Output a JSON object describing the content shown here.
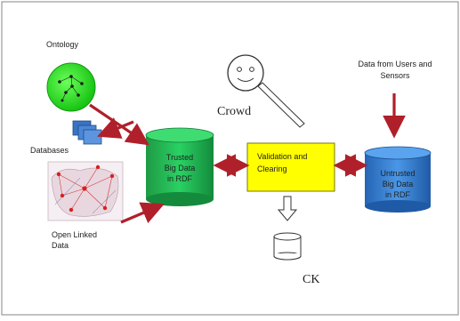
{
  "labels": {
    "ontology": "Ontology",
    "databases": "Databases",
    "open_linked_data_1": "Open Linked",
    "open_linked_data_2": "Data",
    "trusted_1": "Trusted",
    "trusted_2": "Big Data",
    "trusted_3": "in RDF",
    "validation_1": "Validation and",
    "validation_2": "Clearing",
    "untrusted_1": "Untrusted",
    "untrusted_2": "Big Data",
    "untrusted_3": "in RDF",
    "crowd": "Crowd",
    "users_sensors_1": "Data from Users and",
    "users_sensors_2": "Sensors",
    "ck": "CK"
  },
  "colors": {
    "arrow_red": "#b0202a",
    "ontology_green": "#22e31e",
    "trusted_green": "#17a64a",
    "validation_yellow": "#ffff00",
    "untrusted_blue": "#2f7bd0",
    "database_blue": "#3b73c4"
  },
  "icons": [
    "ontology-graph-icon",
    "databases-stack-icon",
    "open-linked-data-map-icon",
    "crowd-magnifier-icon",
    "ck-cylinder-icon"
  ]
}
